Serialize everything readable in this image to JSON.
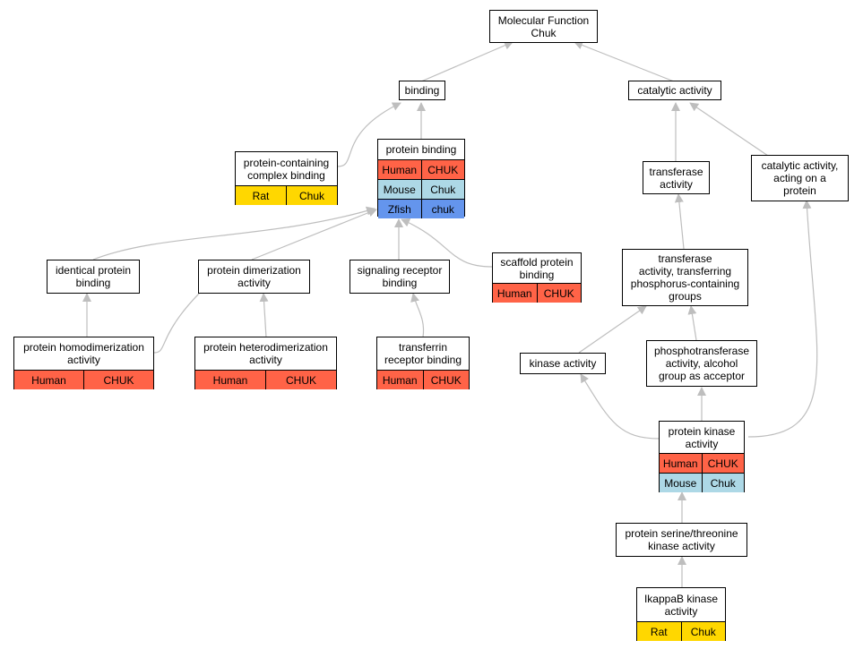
{
  "colors": {
    "Human": "#ff6347",
    "Rat": "#ffd700",
    "Mouse": "#add8e6",
    "Zfish": "#6495ed",
    "edge": "#bebebe"
  },
  "nodes": {
    "mf": {
      "label": "Molecular Function\nChuk",
      "rows": []
    },
    "binding": {
      "label": "binding",
      "rows": []
    },
    "catalytic": {
      "label": "catalytic activity",
      "rows": []
    },
    "pcb": {
      "label": "protein-containing\ncomplex binding",
      "rows": [
        [
          "Rat",
          "Chuk"
        ]
      ]
    },
    "pb": {
      "label": "protein binding",
      "rows": [
        [
          "Human",
          "CHUK"
        ],
        [
          "Mouse",
          "Chuk"
        ],
        [
          "Zfish",
          "chuk"
        ]
      ]
    },
    "trans": {
      "label": "transferase\nactivity",
      "rows": []
    },
    "cap": {
      "label": "catalytic activity,\nacting on a\nprotein",
      "rows": []
    },
    "ipb": {
      "label": "identical protein\nbinding",
      "rows": []
    },
    "pda": {
      "label": "protein dimerization\nactivity",
      "rows": []
    },
    "srb": {
      "label": "signaling receptor\nbinding",
      "rows": []
    },
    "spb": {
      "label": "scaffold protein\nbinding",
      "rows": [
        [
          "Human",
          "CHUK"
        ]
      ]
    },
    "tatp": {
      "label": "transferase\nactivity, transferring\nphosphorus-containing\ngroups",
      "rows": []
    },
    "phda": {
      "label": "protein homodimerization\nactivity",
      "rows": [
        [
          "Human",
          "CHUK"
        ]
      ]
    },
    "pheda": {
      "label": "protein heterodimerization\nactivity",
      "rows": [
        [
          "Human",
          "CHUK"
        ]
      ]
    },
    "trb": {
      "label": "transferrin\nreceptor binding",
      "rows": [
        [
          "Human",
          "CHUK"
        ]
      ]
    },
    "ka": {
      "label": "kinase activity",
      "rows": []
    },
    "ptaa": {
      "label": "phosphotransferase\nactivity, alcohol\ngroup as acceptor",
      "rows": []
    },
    "pka": {
      "label": "protein kinase\nactivity",
      "rows": [
        [
          "Human",
          "CHUK"
        ],
        [
          "Mouse",
          "Chuk"
        ]
      ]
    },
    "pstka": {
      "label": "protein serine/threonine\nkinase activity",
      "rows": []
    },
    "ikka": {
      "label": "IkappaB kinase\nactivity",
      "rows": [
        [
          "Rat",
          "Chuk"
        ]
      ]
    }
  }
}
